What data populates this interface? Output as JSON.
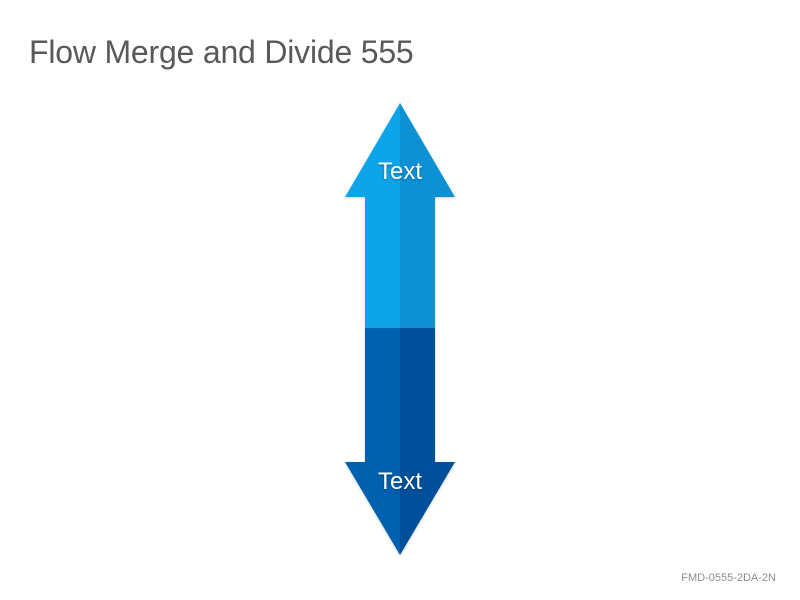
{
  "slide": {
    "title": "Flow Merge and Divide 555",
    "code": "FMD-0555-2DA-2N"
  },
  "diagram": {
    "arrows": [
      {
        "direction": "up",
        "label": "Text",
        "color": "#0aa4e8",
        "shade": "#0891d4"
      },
      {
        "direction": "down",
        "label": "Text",
        "color": "#0560b0",
        "shade": "#044f9a"
      }
    ]
  }
}
